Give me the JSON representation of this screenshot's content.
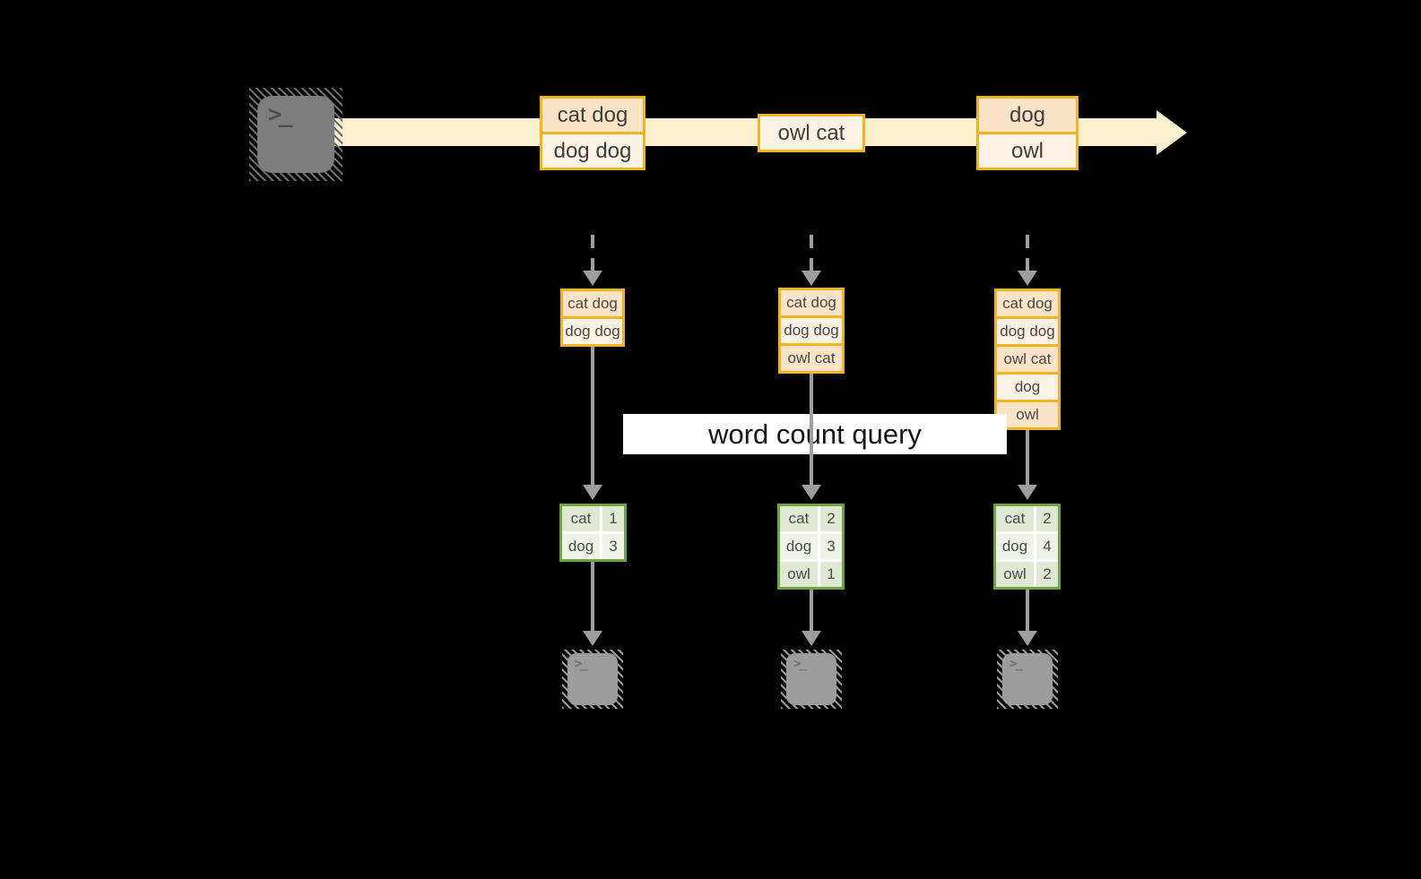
{
  "colors": {
    "background": "#000000",
    "stream_band": "#FAF0CD",
    "event_border": "#F0B41E",
    "event_fill_dark": "#FAE3C6",
    "event_fill_light": "#FCF2E3",
    "table_border": "#6DA640",
    "table_fill_dark": "#DEE8D2",
    "table_fill_light": "#EEF3E8",
    "arrow_gray": "#9E9E9E",
    "label_bg": "#FFFFFF"
  },
  "source_terminal": {
    "glyph": ">_"
  },
  "stream_events": [
    {
      "lines": [
        "cat dog",
        "dog dog"
      ]
    },
    {
      "lines": [
        "owl cat"
      ]
    },
    {
      "lines": [
        "dog",
        "owl"
      ]
    }
  ],
  "micro_batches": [
    {
      "lines": [
        "cat dog",
        "dog dog"
      ]
    },
    {
      "lines": [
        "cat dog",
        "dog dog",
        "owl cat"
      ]
    },
    {
      "lines": [
        "cat dog",
        "dog dog",
        "owl cat",
        "dog",
        "owl"
      ]
    }
  ],
  "query_label": "word count query",
  "result_tables": [
    {
      "rows": [
        {
          "word": "cat",
          "count": "1"
        },
        {
          "word": "dog",
          "count": "3"
        }
      ]
    },
    {
      "rows": [
        {
          "word": "cat",
          "count": "2"
        },
        {
          "word": "dog",
          "count": "3"
        },
        {
          "word": "owl",
          "count": "1"
        }
      ]
    },
    {
      "rows": [
        {
          "word": "cat",
          "count": "2"
        },
        {
          "word": "dog",
          "count": "4"
        },
        {
          "word": "owl",
          "count": "2"
        }
      ]
    }
  ],
  "sink_terminals": [
    {
      "glyph": ">_"
    },
    {
      "glyph": ">_"
    },
    {
      "glyph": ">_"
    }
  ]
}
